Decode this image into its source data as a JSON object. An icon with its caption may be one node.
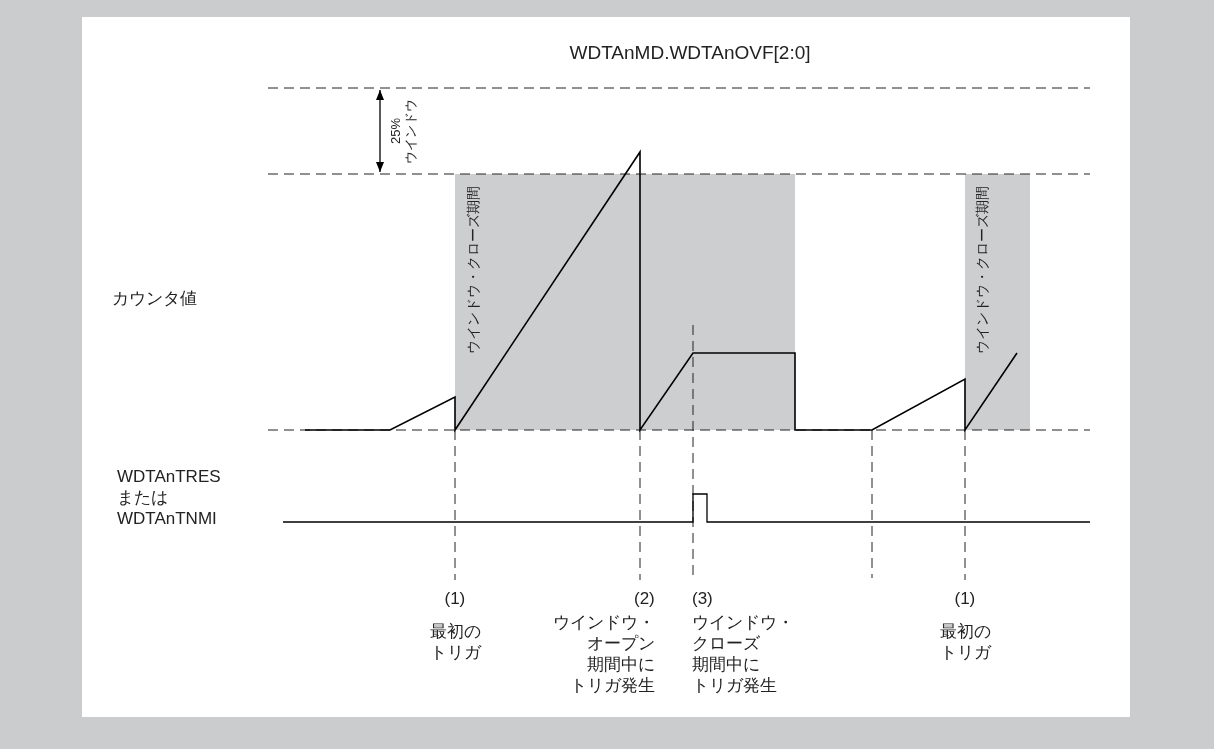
{
  "diagram": {
    "labels": [
      "WDTAnMD.WDTAnOVF[2:0]",
      "25% ウインドウ",
      "ウインドウ・クローズ期間",
      "ウインドウ・クローズ期間",
      "カウンタ値",
      "WDTAnTRES または WDTAnTNMI",
      "(1)",
      "最初のトリガ",
      "(2)",
      "ウインドウ・オープン期間中にトリガ発生",
      "(3)",
      "ウインドウ・クローズ期間中にトリガ発生",
      "(1)",
      "最初のトリガ"
    ]
  }
}
